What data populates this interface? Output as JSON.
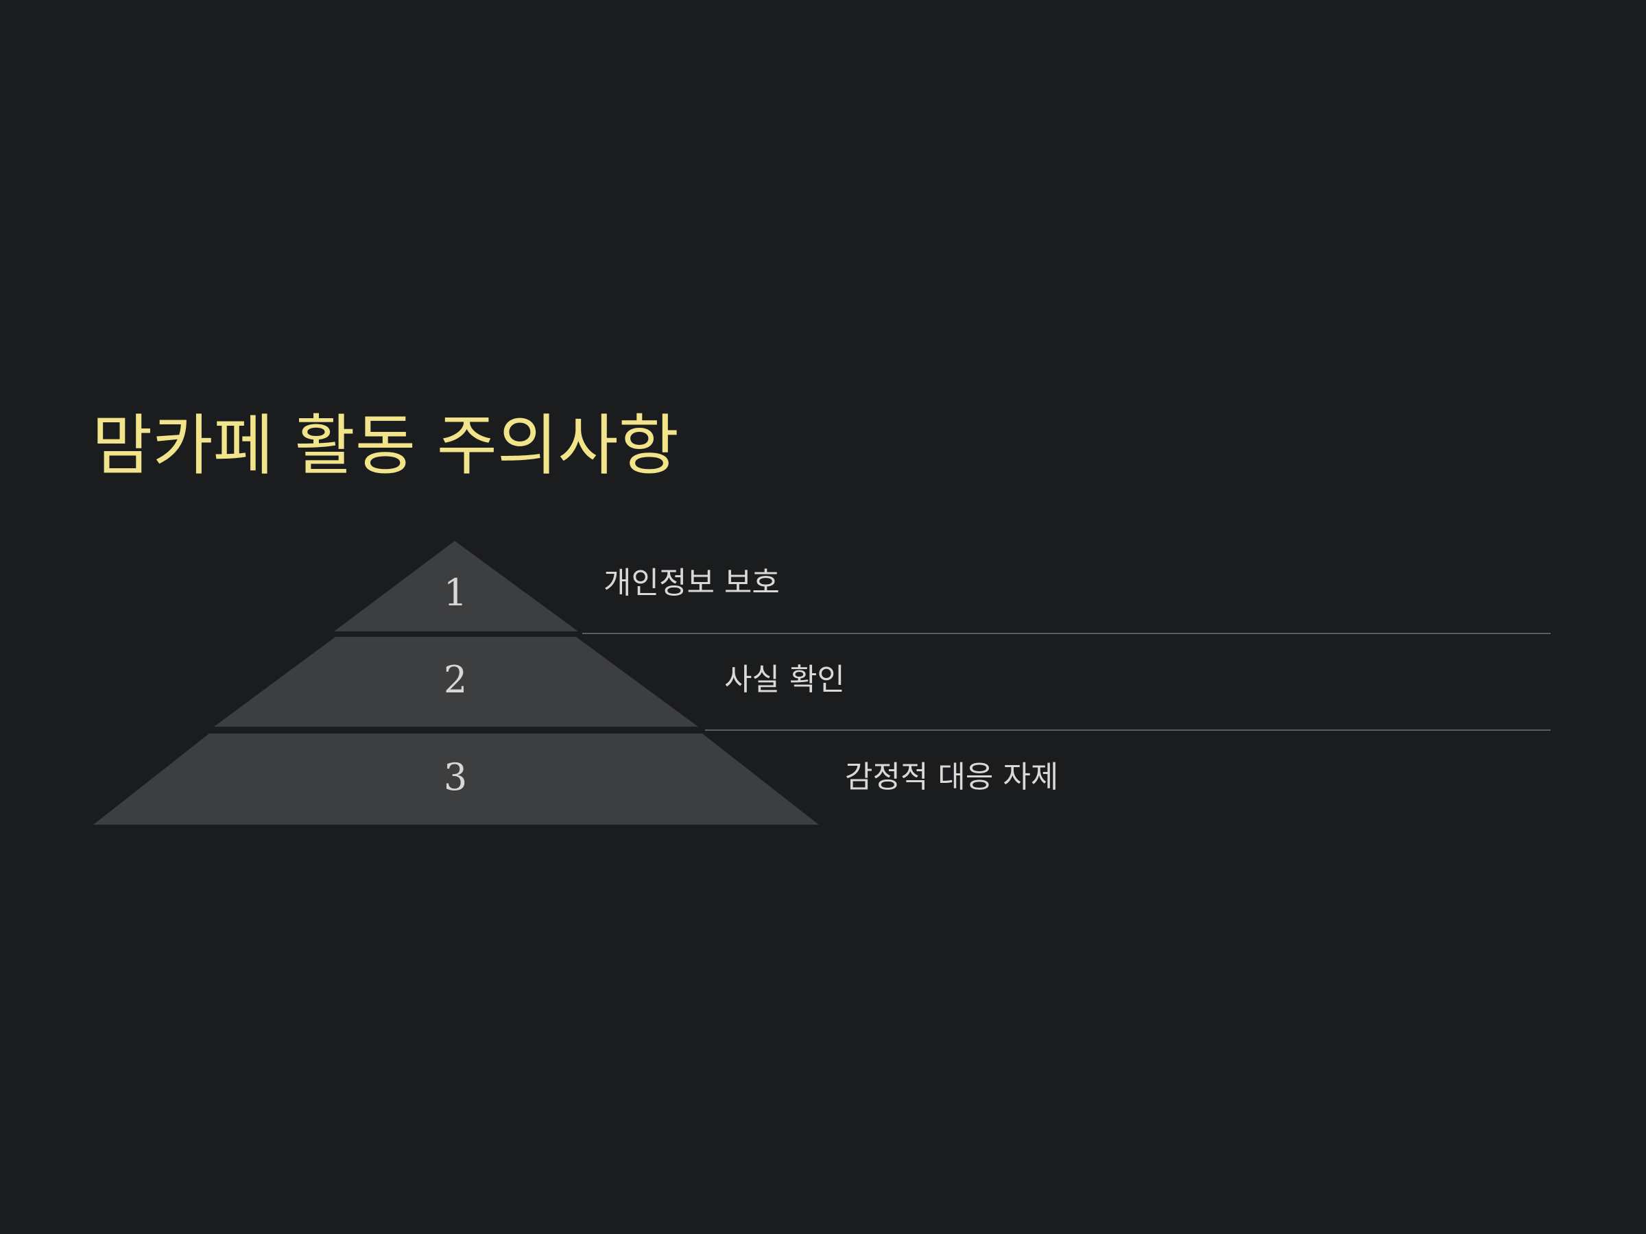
{
  "slide": {
    "title": "맘카페 활동 주의사항",
    "levels": [
      {
        "number": "1",
        "label": "개인정보 보호"
      },
      {
        "number": "2",
        "label": "사실 확인"
      },
      {
        "number": "3",
        "label": "감정적 대응 자제"
      }
    ]
  },
  "colors": {
    "background": "#1b1c1e",
    "title": "#f2e48a",
    "tier_fill": "#3d3e40",
    "text": "#d9d9d9",
    "divider": "#5c5d60"
  }
}
